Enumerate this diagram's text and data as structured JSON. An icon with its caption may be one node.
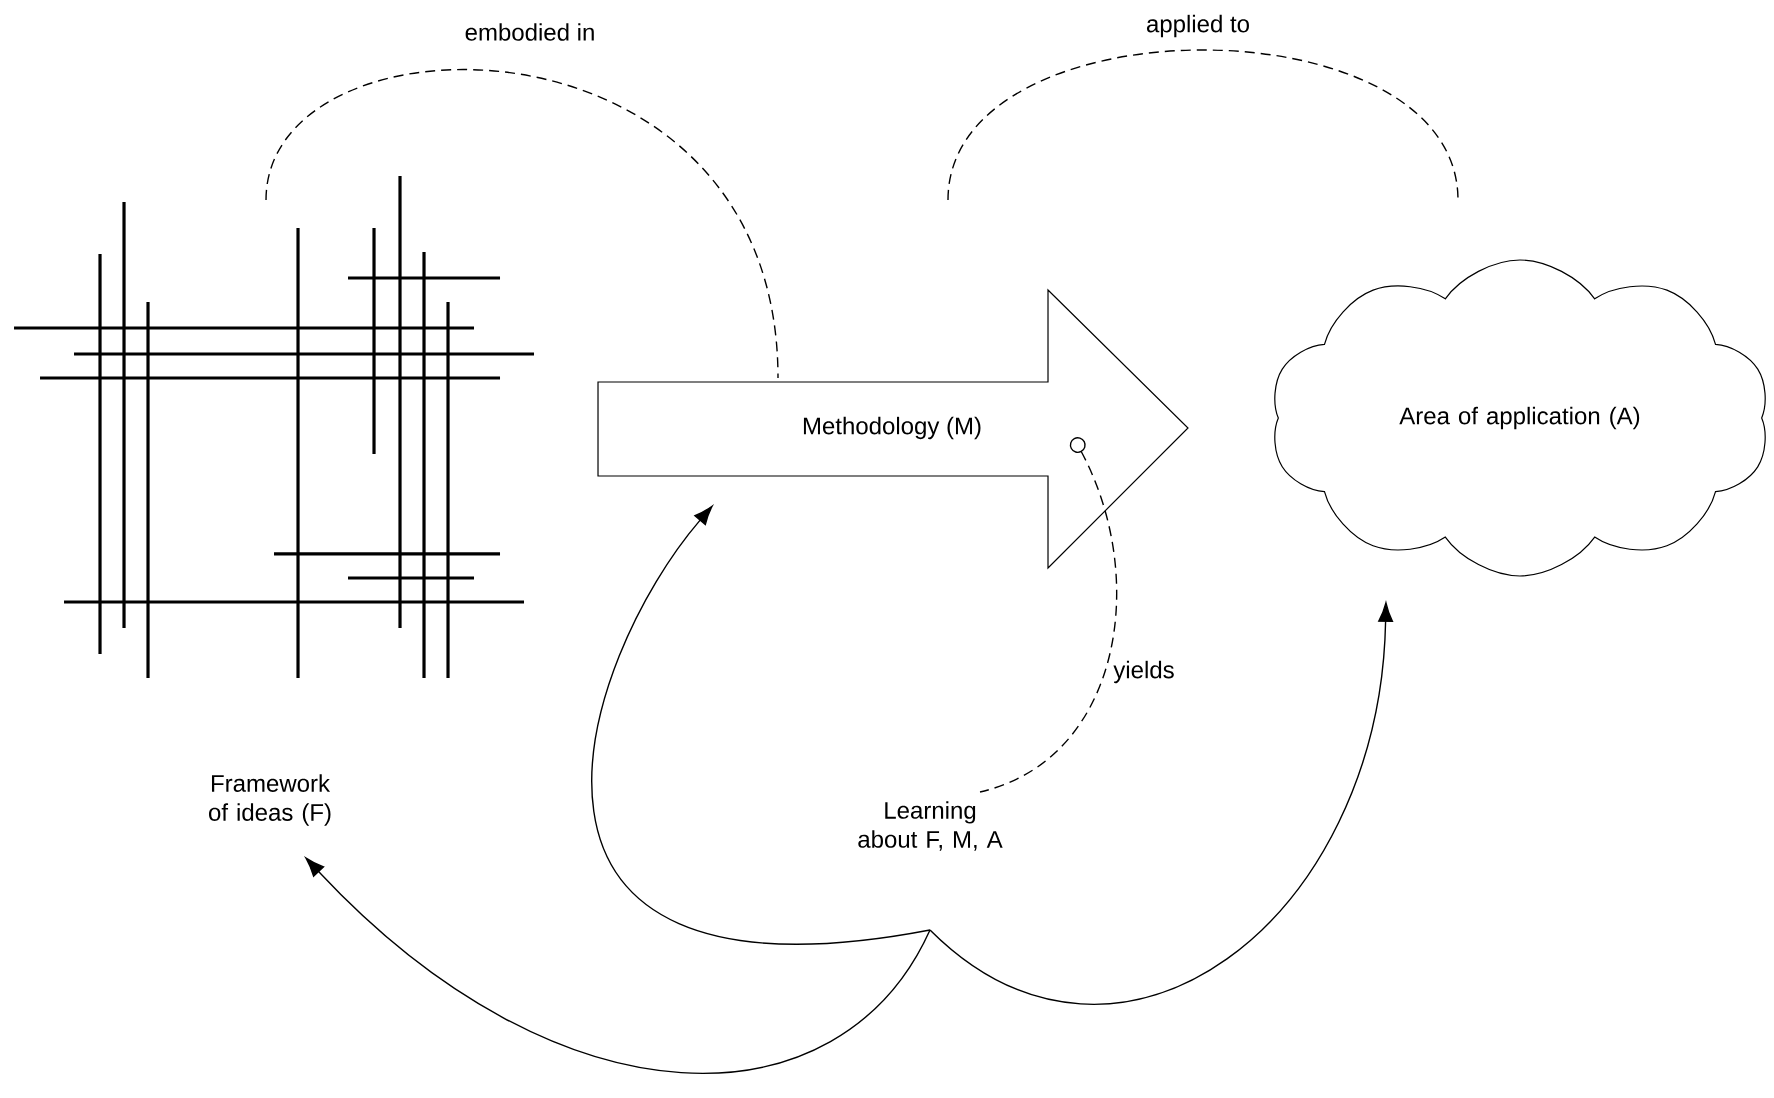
{
  "diagram": {
    "nodes": [
      {
        "text": [],
        "shape": "picture"
      },
      {
        "text": [
          "Framework of ideas (F)"
        ]
      },
      {
        "text": [
          "Methodology (M)"
        ]
      },
      {
        "text": [
          "Area of application (A)"
        ]
      },
      {
        "text": [
          "Learning about F, M, A"
        ]
      }
    ],
    "edges": [
      {
        "from": 0,
        "to": 2,
        "arrow": "none",
        "style": "dashed",
        "label": "embodied in"
      },
      {
        "from": 2,
        "to": 3,
        "arrow": "none",
        "style": "dashed",
        "label": "applied to"
      },
      {
        "from": 2,
        "to": 4,
        "arrow": "other",
        "style": "dashed",
        "label": "yields"
      },
      {
        "from": 4,
        "to": 1,
        "arrow": "to"
      },
      {
        "from": 4,
        "to": 2,
        "arrow": "to"
      },
      {
        "from": 4,
        "to": 3,
        "arrow": "to"
      }
    ]
  }
}
